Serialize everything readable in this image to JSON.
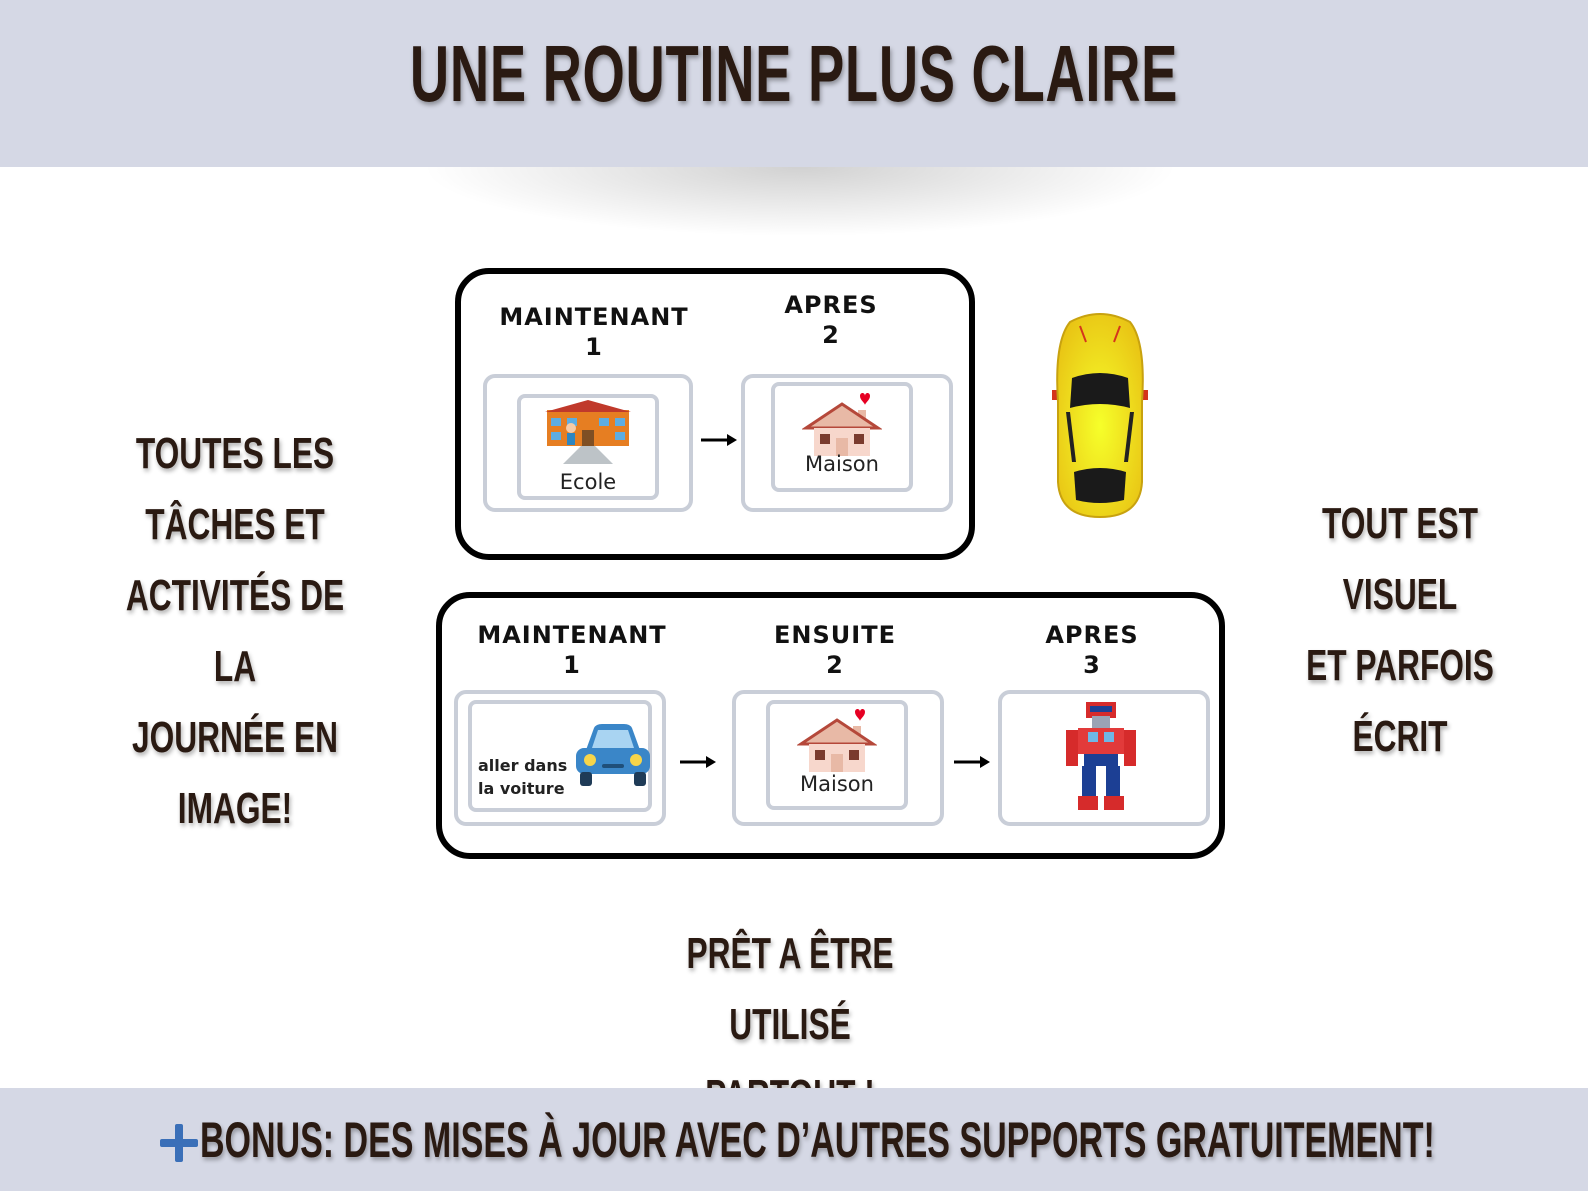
{
  "title": "UNE ROUTINE PLUS CLAIRE",
  "left_text": [
    "TOUTES LES",
    "TÂCHES  ET",
    "ACTIVITÉS DE LA",
    "JOURNÉE EN",
    "IMAGE!"
  ],
  "right_text": [
    "TOUT EST VISUEL",
    "ET PARFOIS",
    "ÉCRIT"
  ],
  "bottom_text": [
    "PRÊT A ÊTRE UTILISÉ",
    "PARTOUT !"
  ],
  "routine1": {
    "col1": {
      "heading": "MAINTENANT",
      "number": "1",
      "label": "Ecole"
    },
    "col2": {
      "heading": "APRES",
      "number": "2",
      "label": "Maison"
    }
  },
  "routine2": {
    "col1": {
      "heading": "MAINTENANT",
      "number": "1",
      "label_line1": "aller dans",
      "label_line2": "la voiture"
    },
    "col2": {
      "heading": "ENSUITE",
      "number": "2",
      "label": "Maison"
    },
    "col3": {
      "heading": "APRES",
      "number": "3"
    }
  },
  "footer": {
    "text": "BONUS: DES MISES À JOUR AVEC D’AUTRES SUPPORTS GRATUITEMENT!"
  },
  "colors": {
    "band": "#d5d8e5",
    "text": "#2a1a12",
    "plus": "#3a6fb8",
    "car": "#f2d31a"
  }
}
